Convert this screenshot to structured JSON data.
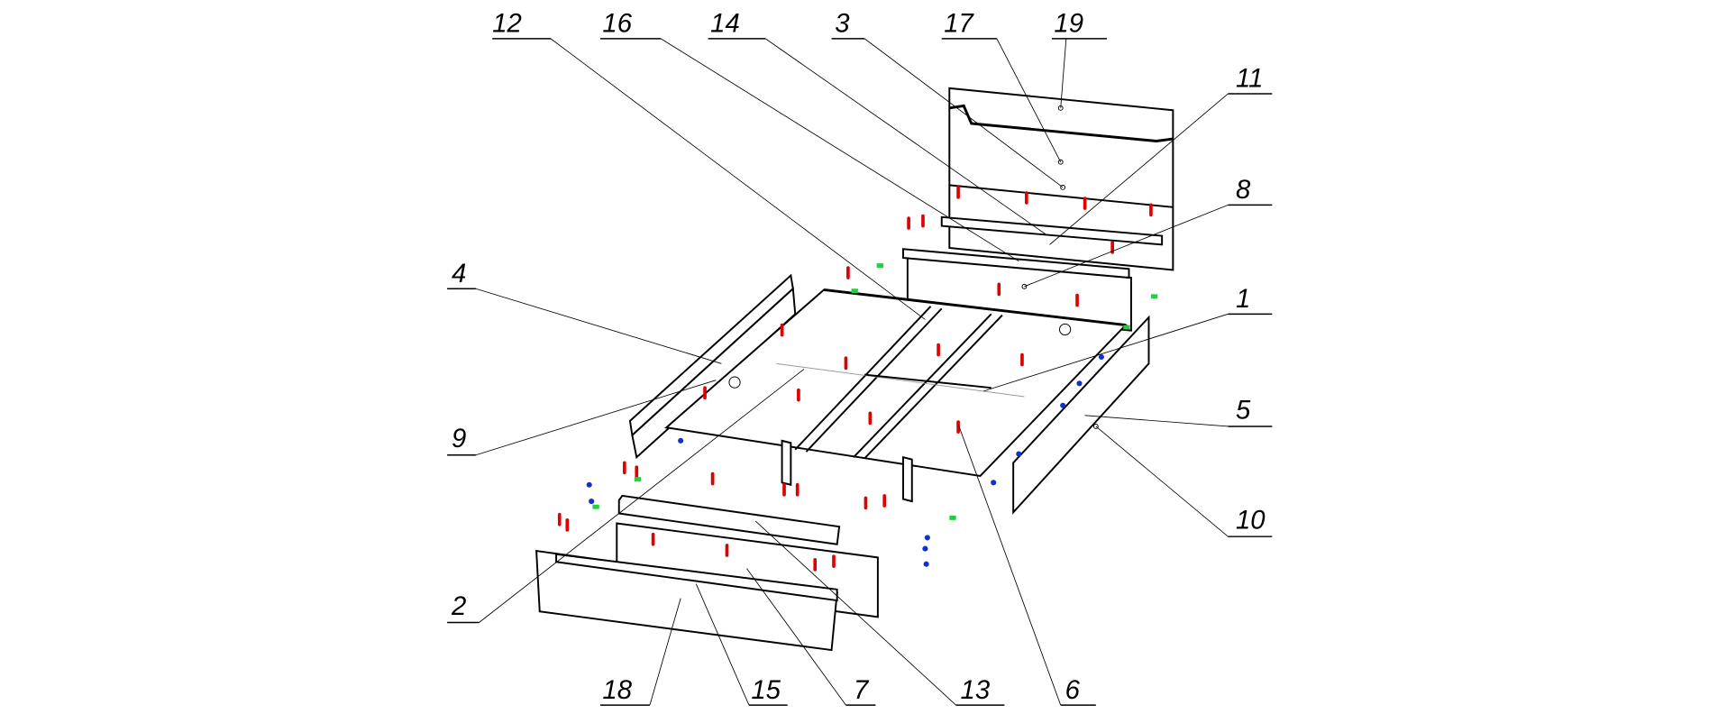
{
  "title": "Bed assembly exploded view",
  "callouts": [
    "12",
    "16",
    "14",
    "3",
    "17",
    "19",
    "11",
    "8",
    "4",
    "1",
    "9",
    "5",
    "10",
    "2",
    "18",
    "15",
    "7",
    "13",
    "6"
  ],
  "colors": {
    "fastener_red": "#e00000",
    "fastener_blue": "#1030d0",
    "fastener_green": "#20d040",
    "line": "#000000"
  }
}
